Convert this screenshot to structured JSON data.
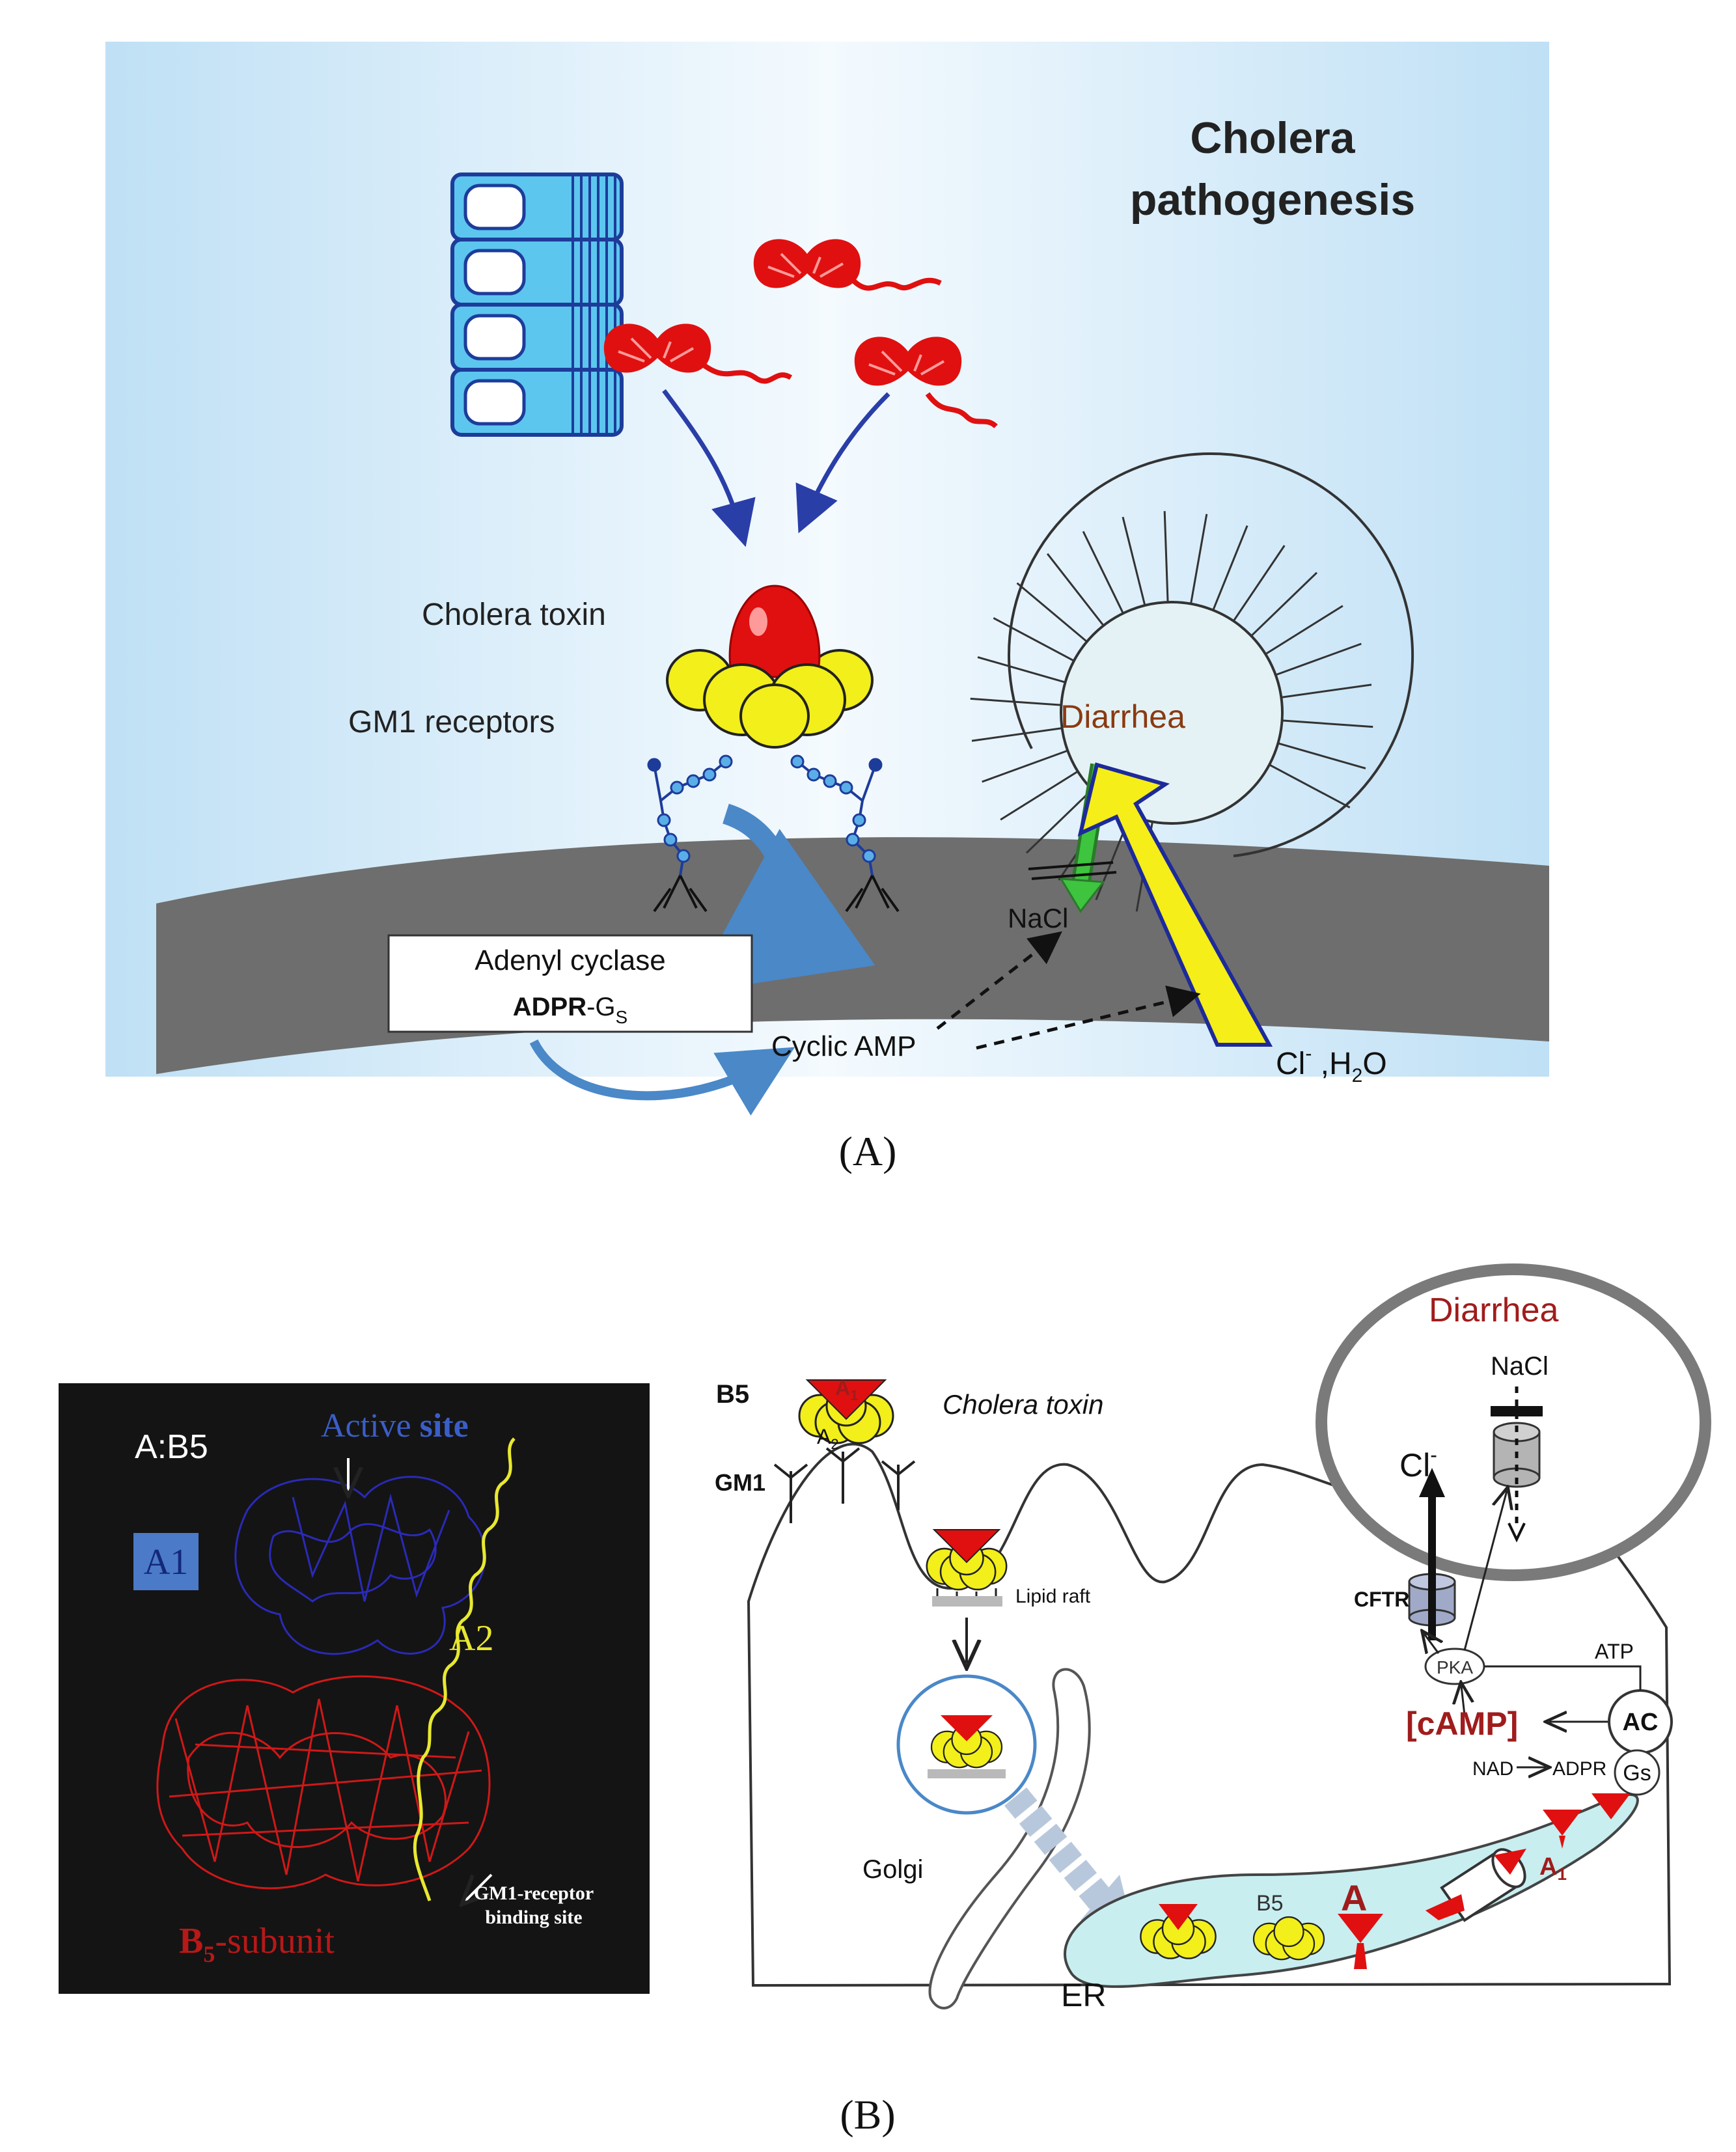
{
  "panel_a": {
    "title_line1": "Cholera",
    "title_line2": "pathogenesis",
    "cholera_toxin": "Cholera toxin",
    "gm1_receptors": "GM1 receptors",
    "diarrhea": "Diarrhea",
    "nacl": "NaCl",
    "adenyl_cyclase": "Adenyl cyclase",
    "adpr": "ADPR",
    "gs": "-G",
    "gs_sub": "S",
    "cyclic_amp": "Cyclic AMP",
    "cl": "Cl",
    "cl_sup": "-",
    "h2o_prefix": " ,H",
    "h2o_sub": "2",
    "h2o_suffix": "O",
    "caption": "(A)"
  },
  "panel_b_structure": {
    "ab5": "A:B5",
    "active": "Active ",
    "site": "site",
    "a1": "A1",
    "a2": "A2",
    "gm1_site_line1": "GM1-receptor",
    "gm1_site_line2": "binding site",
    "b5_b": "B",
    "b5_sub": "5",
    "b5_rest": "-subunit"
  },
  "panel_b_cell": {
    "diarrhea": "Diarrhea",
    "a1_top": "A",
    "a1_top_sub": "1",
    "b5": "B5",
    "cholera_toxin": "Cholera toxin",
    "a2": "A",
    "a2_sub": "2",
    "gm1": "GM1",
    "lipid_raft": "Lipid raft",
    "nacl": "NaCl",
    "cl": "Cl",
    "cl_sup": "-",
    "cftr": "CFTR",
    "pka": "PKA",
    "atp": "ATP",
    "camp": "[cAMP]",
    "ac": "AC",
    "nad": "NAD",
    "adpr": "ADPR",
    "gs": "Gs",
    "a_label": "A",
    "a1_er": "A",
    "a1_er_sub": "1",
    "b5_er": "B5",
    "golgi": "Golgi",
    "er": "ER"
  },
  "caption_b": "(B)",
  "colors": {
    "lumen_blue": "#bfe0f5",
    "membrane_gray": "#6e6e6e",
    "toxin_red": "#e01010",
    "toxin_yellow": "#f2ef1a",
    "receptor_blue": "#5aaee8",
    "arrow_navy": "#2a3ea8",
    "er_cyan": "#c8eef0",
    "diarrhea_brown": "#8a3a10",
    "camp_red": "#a01c1c"
  }
}
